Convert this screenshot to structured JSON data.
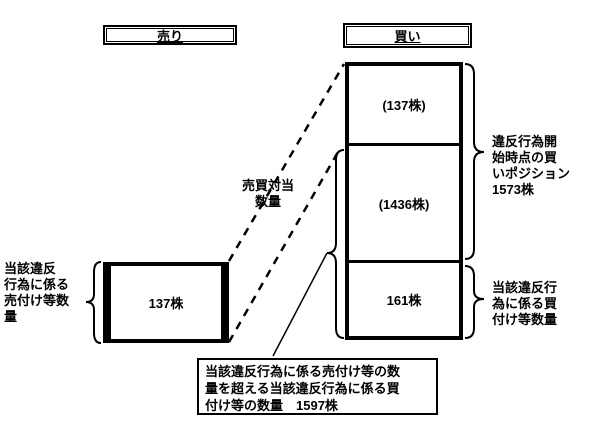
{
  "titles": {
    "sell": "売り",
    "buy": "買い"
  },
  "sell_box": {
    "value": "137株"
  },
  "buy_box": {
    "segments": [
      {
        "label": "(137株)"
      },
      {
        "label": "(1436株)"
      },
      {
        "label": "161株"
      }
    ]
  },
  "labels": {
    "sell_quantity": {
      "lines": [
        "当該違反",
        "行為に係る",
        "売付け等数",
        "量"
      ]
    },
    "matched_quantity": {
      "lines": [
        "売買対当",
        "数量"
      ]
    },
    "buy_position": {
      "lines": [
        "違反行為開",
        "始時点の買",
        "いポジション",
        "1573株"
      ]
    },
    "buy_quantity": {
      "lines": [
        "当該違反行",
        "為に係る買",
        "付け等数量"
      ]
    },
    "excess_note": {
      "lines": [
        "当該違反行為に係る売付け等の数",
        "量を超える当該違反行為に係る買",
        "付け等の数量　1597株"
      ]
    }
  },
  "colors": {
    "line": "#000000",
    "background": "#ffffff"
  }
}
